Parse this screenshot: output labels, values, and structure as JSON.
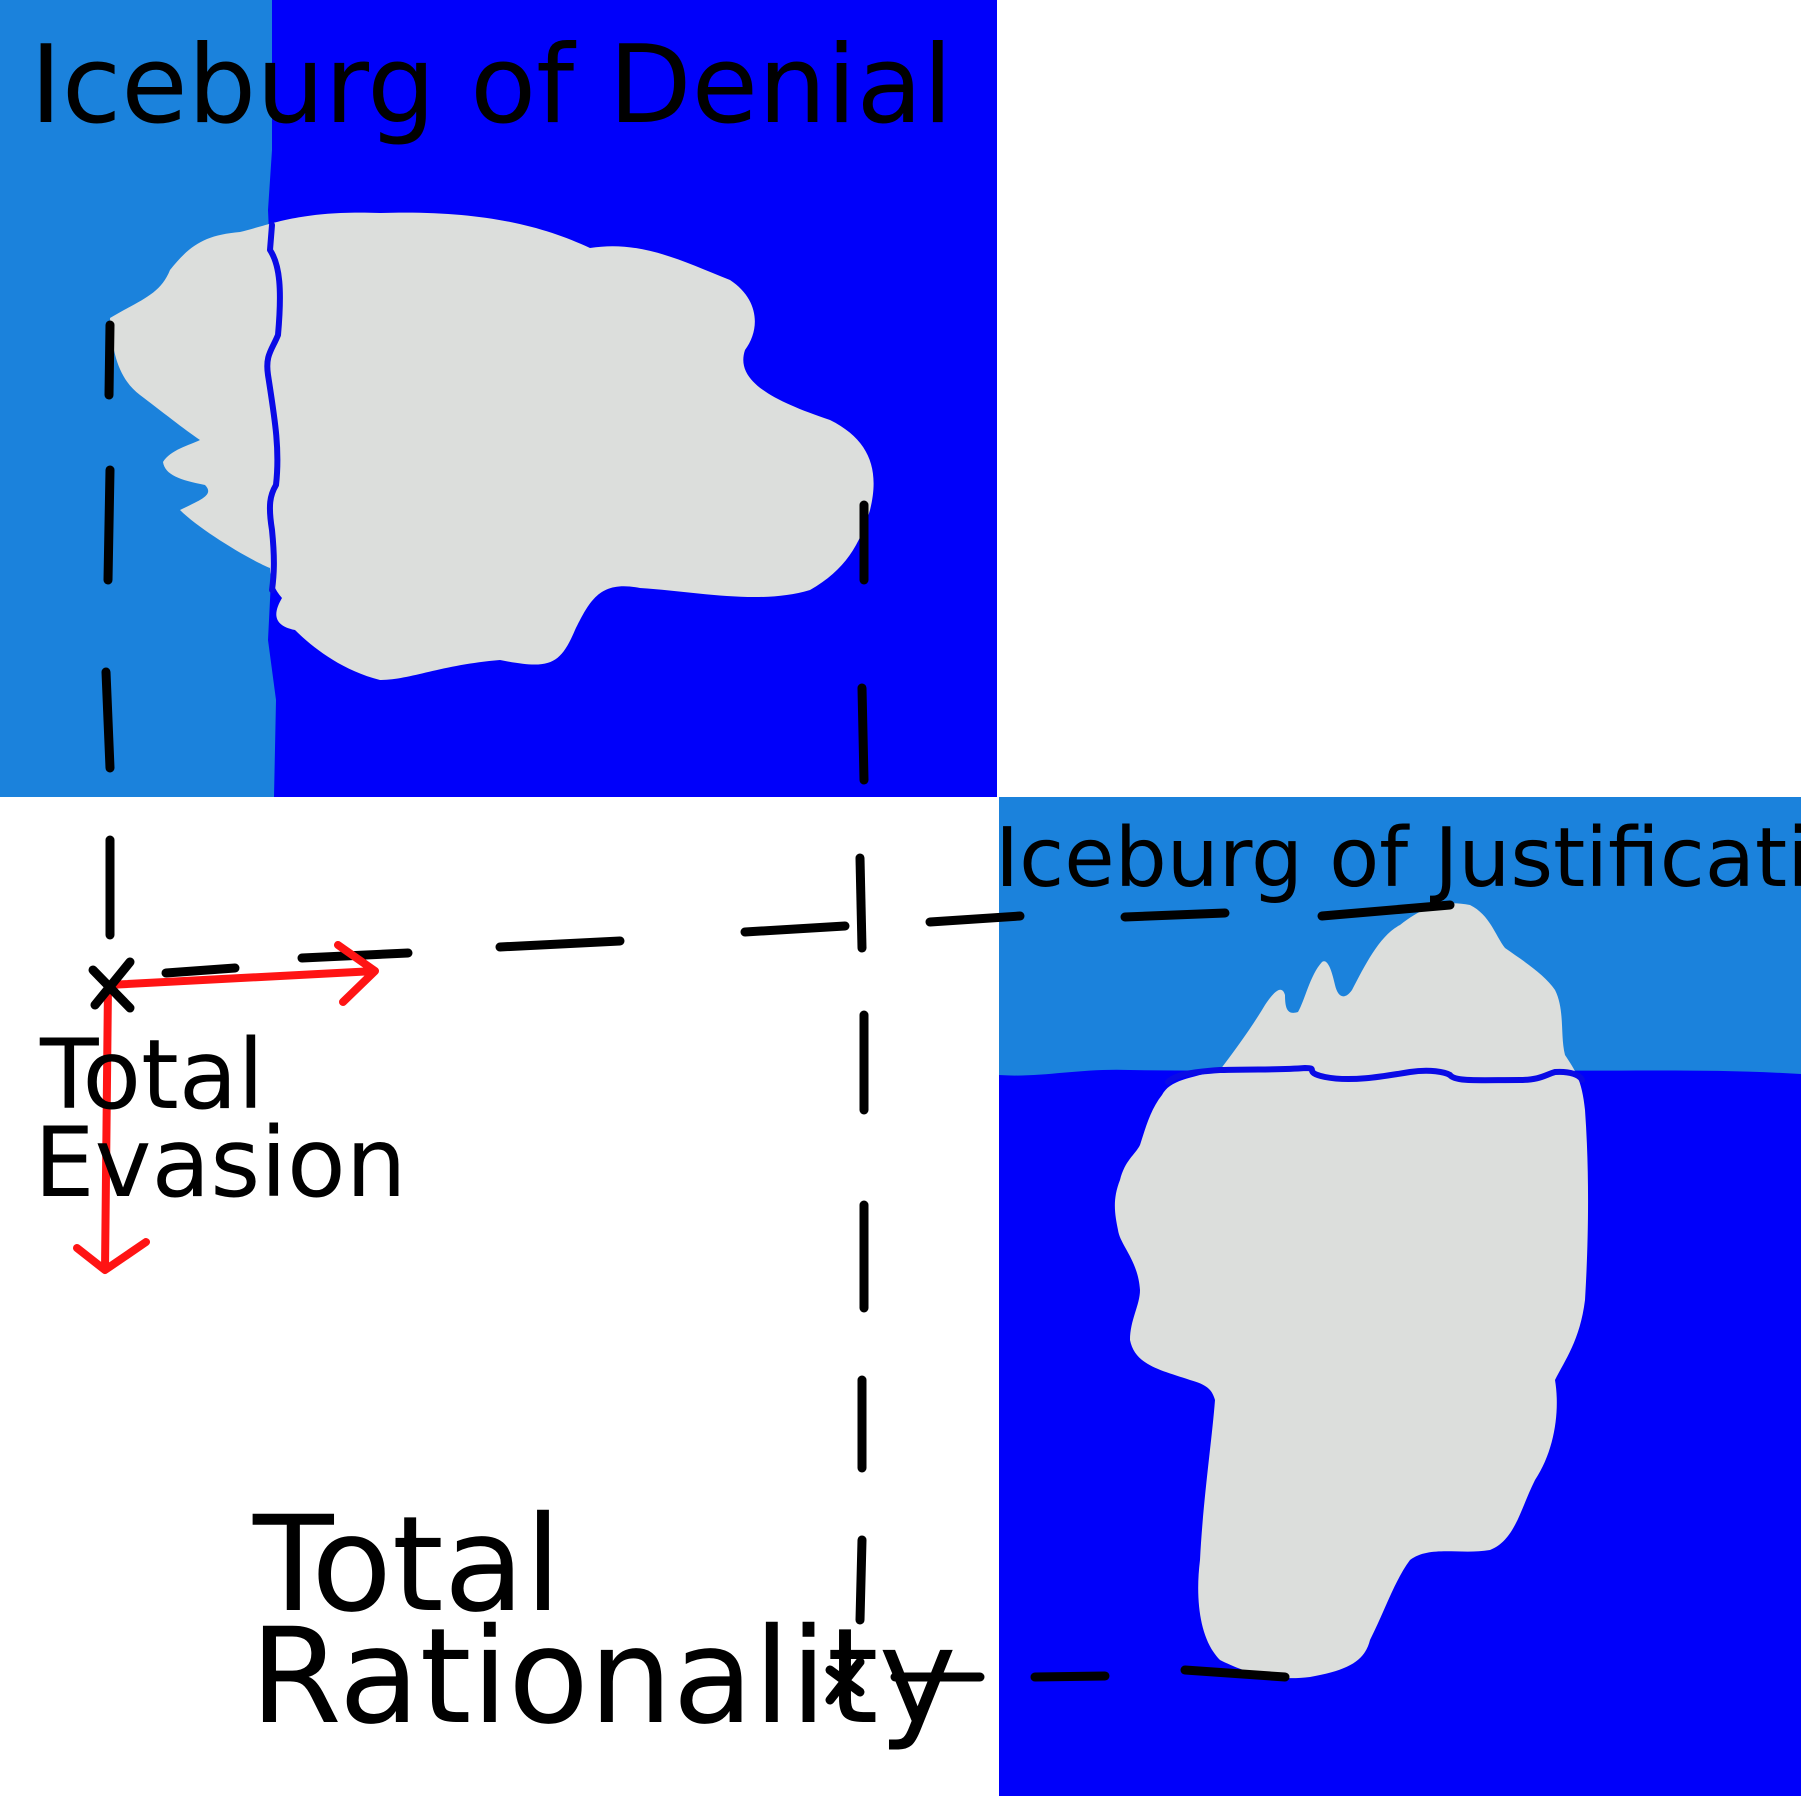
{
  "panels": {
    "denial": {
      "title": "Iceburg of Denial",
      "sky_color": "#1b82dc",
      "water_color": "#0000fa",
      "ice_color": "#dcdedc"
    },
    "justification": {
      "title": "Iceburg of Justification",
      "sky_color": "#1b82dc",
      "water_color": "#0000fa",
      "ice_color": "#dcdedc"
    }
  },
  "labels": {
    "evasion_line1": "Total",
    "evasion_line2": "Evasion",
    "rationality_line1": "Total",
    "rationality_line2": "Rationality"
  },
  "colors": {
    "background": "#ffffff",
    "dash": "#000000",
    "arrow": "#ff1414",
    "outline": "#0a0ae6"
  }
}
